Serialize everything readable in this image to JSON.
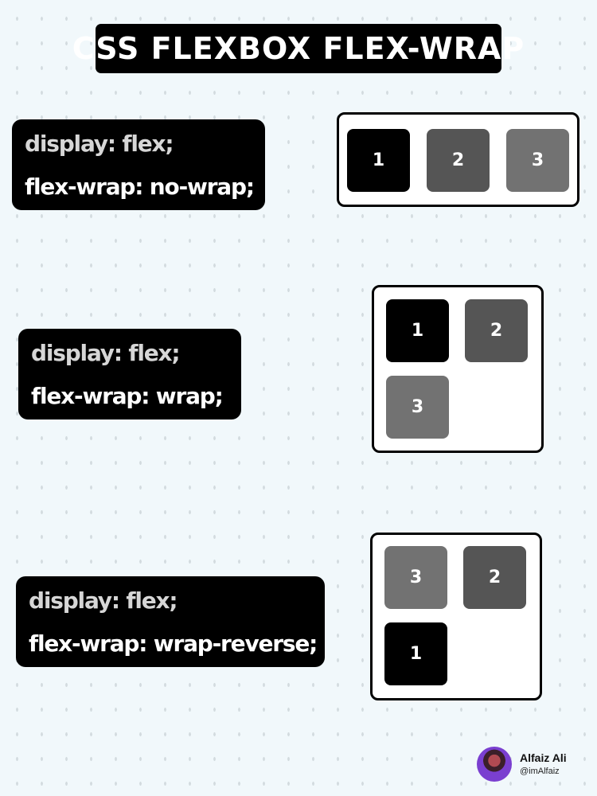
{
  "title": "CSS FLEXBOX FLEX-WRAP",
  "examples": [
    {
      "line1": "display: flex;",
      "line2": "flex-wrap: no-wrap;",
      "items": [
        "1",
        "2",
        "3"
      ]
    },
    {
      "line1": "display: flex;",
      "line2": "flex-wrap: wrap;",
      "items": [
        "1",
        "2",
        "3"
      ]
    },
    {
      "line1": "display: flex;",
      "line2": "flex-wrap: wrap-reverse;",
      "items": [
        "3",
        "2",
        "1"
      ]
    }
  ],
  "colors": {
    "item_1": "#000000",
    "item_2": "#555555",
    "item_3": "#727272",
    "background": "#f1f8fb"
  },
  "author": {
    "name": "Alfaiz Ali",
    "handle": "@imAlfaiz"
  }
}
